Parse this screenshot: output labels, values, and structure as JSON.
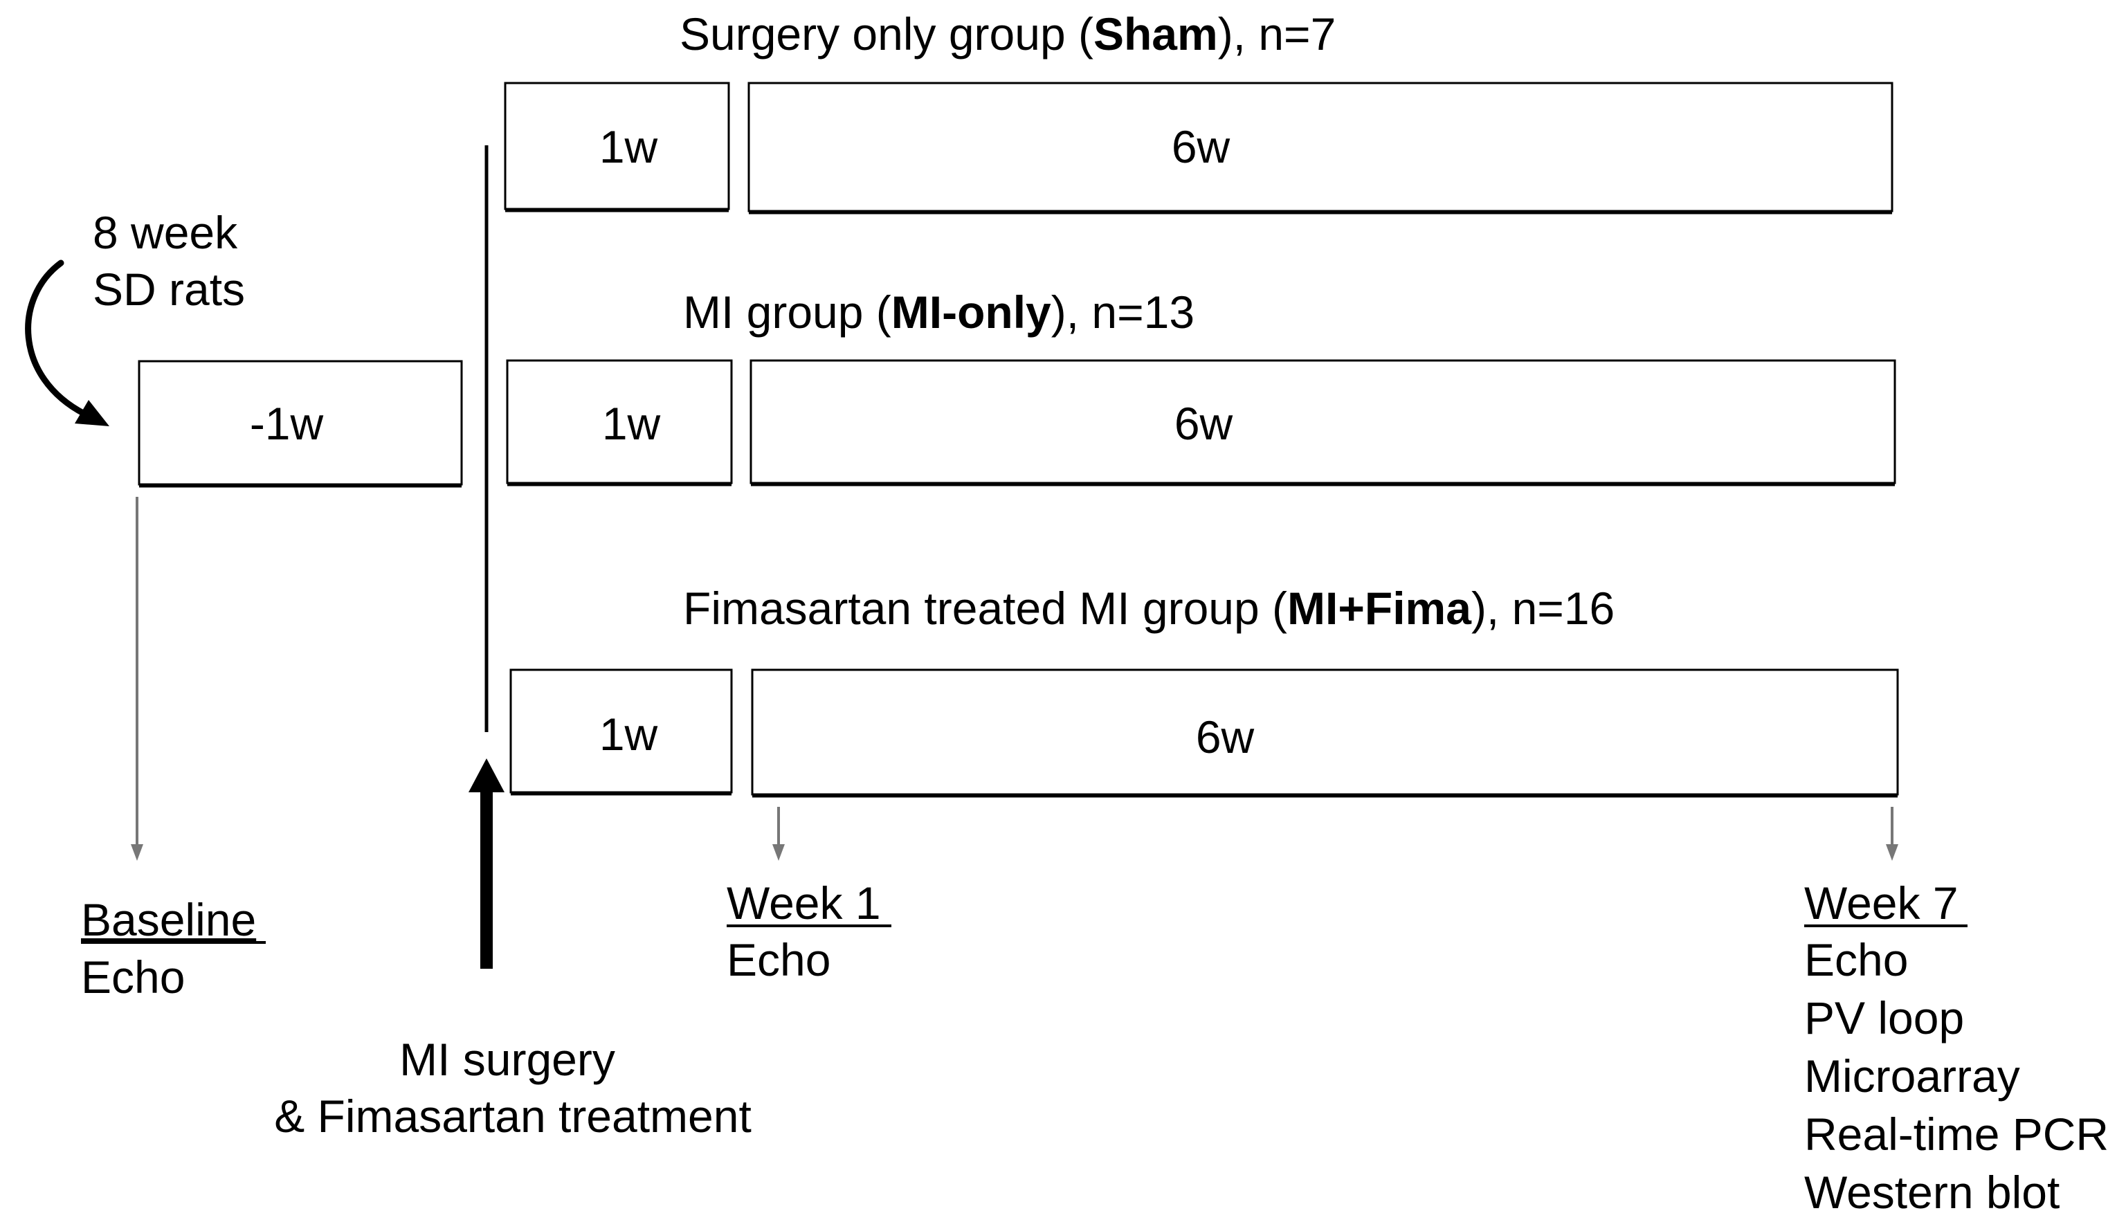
{
  "groups": [
    {
      "title_prefix": "Surgery only group (",
      "title_bold": "Sham",
      "title_suffix": "), n=7",
      "box_short": "1w",
      "box_long": "6w"
    },
    {
      "title_prefix": "MI group (",
      "title_bold": "MI-only",
      "title_suffix": "), n=13",
      "box_short": "1w",
      "box_long": "6w"
    },
    {
      "title_prefix": "Fimasartan treated MI group (",
      "title_bold": "MI+Fima",
      "title_suffix": "), n=16",
      "box_short": "1w",
      "box_long": "6w"
    }
  ],
  "animals": {
    "line1": "8 week",
    "line2": "SD rats"
  },
  "acclimation_box": "-1w",
  "intervention": {
    "line1": "MI surgery",
    "line2": "& Fimasartan treatment"
  },
  "timepoints": {
    "baseline": {
      "title": "Baseline",
      "items": [
        "Echo"
      ]
    },
    "week1": {
      "title": "Week 1",
      "items": [
        "Echo"
      ]
    },
    "week7": {
      "title": "Week 7",
      "items": [
        "Echo",
        "PV loop",
        "Microarray",
        "Real-time PCR",
        "Western blot"
      ]
    }
  },
  "colors": {
    "line": "#000000",
    "timepoint_arrow": "#777777"
  }
}
